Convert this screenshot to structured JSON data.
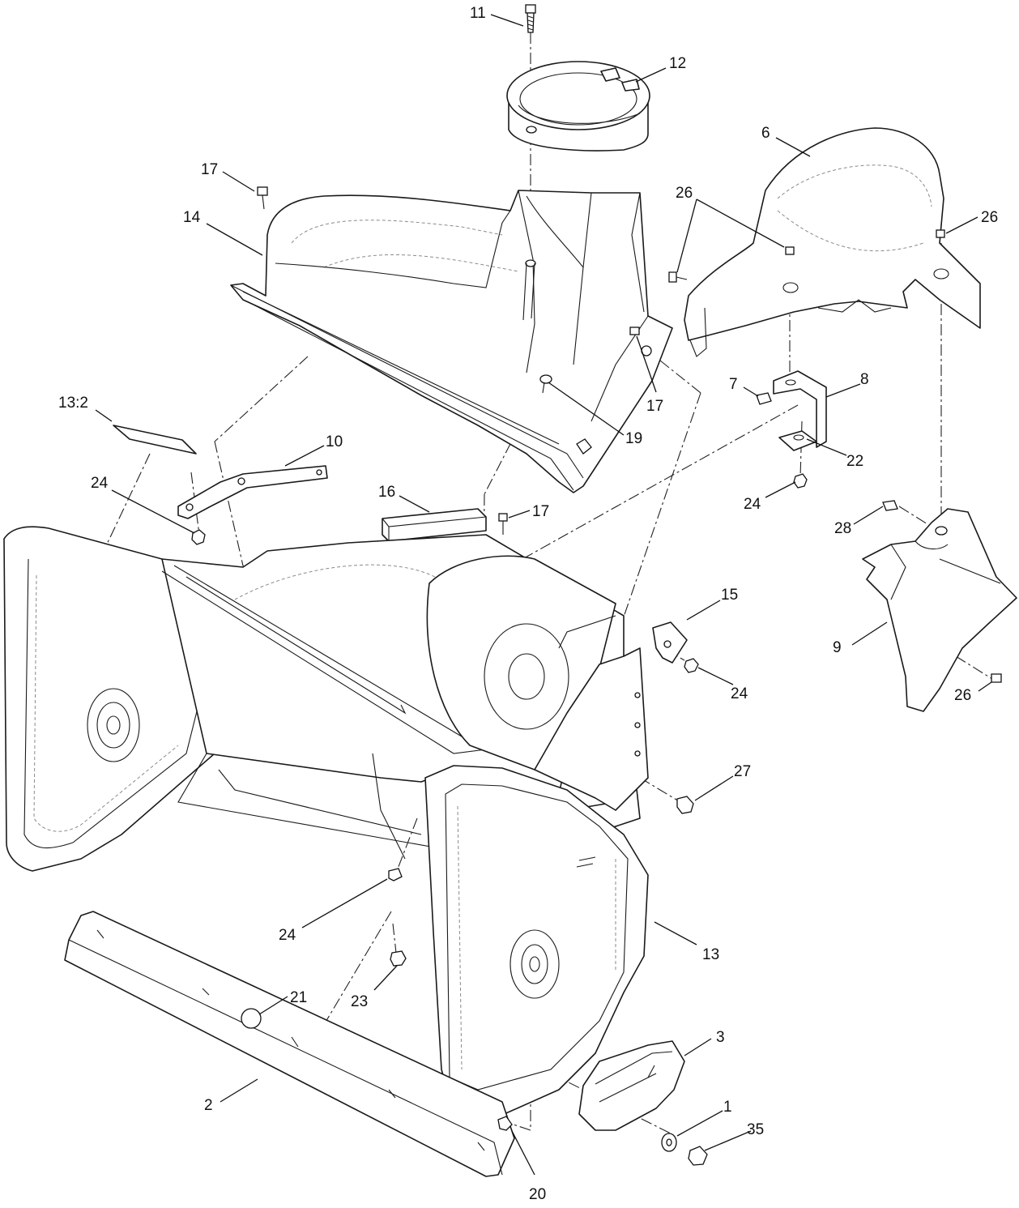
{
  "callouts": [
    {
      "id": "c11",
      "text": "11"
    },
    {
      "id": "c12",
      "text": "12"
    },
    {
      "id": "c6",
      "text": "6"
    },
    {
      "id": "c17a",
      "text": "17"
    },
    {
      "id": "c26a",
      "text": "26"
    },
    {
      "id": "c26b",
      "text": "26"
    },
    {
      "id": "c14",
      "text": "14"
    },
    {
      "id": "c17b",
      "text": "17"
    },
    {
      "id": "c7",
      "text": "7"
    },
    {
      "id": "c8",
      "text": "8"
    },
    {
      "id": "c13_2",
      "text": "13:2"
    },
    {
      "id": "c19",
      "text": "19"
    },
    {
      "id": "c10",
      "text": "10"
    },
    {
      "id": "c22",
      "text": "22"
    },
    {
      "id": "c24a",
      "text": "24"
    },
    {
      "id": "c16",
      "text": "16"
    },
    {
      "id": "c17c",
      "text": "17"
    },
    {
      "id": "c24b",
      "text": "24"
    },
    {
      "id": "c28",
      "text": "28"
    },
    {
      "id": "c15",
      "text": "15"
    },
    {
      "id": "c9",
      "text": "9"
    },
    {
      "id": "c24c",
      "text": "24"
    },
    {
      "id": "c26c",
      "text": "26"
    },
    {
      "id": "c27",
      "text": "27"
    },
    {
      "id": "c24d",
      "text": "24"
    },
    {
      "id": "c13",
      "text": "13"
    },
    {
      "id": "c21",
      "text": "21"
    },
    {
      "id": "c23",
      "text": "23"
    },
    {
      "id": "c3",
      "text": "3"
    },
    {
      "id": "c2",
      "text": "2"
    },
    {
      "id": "c1",
      "text": "1"
    },
    {
      "id": "c35",
      "text": "35"
    },
    {
      "id": "c20",
      "text": "20"
    }
  ]
}
